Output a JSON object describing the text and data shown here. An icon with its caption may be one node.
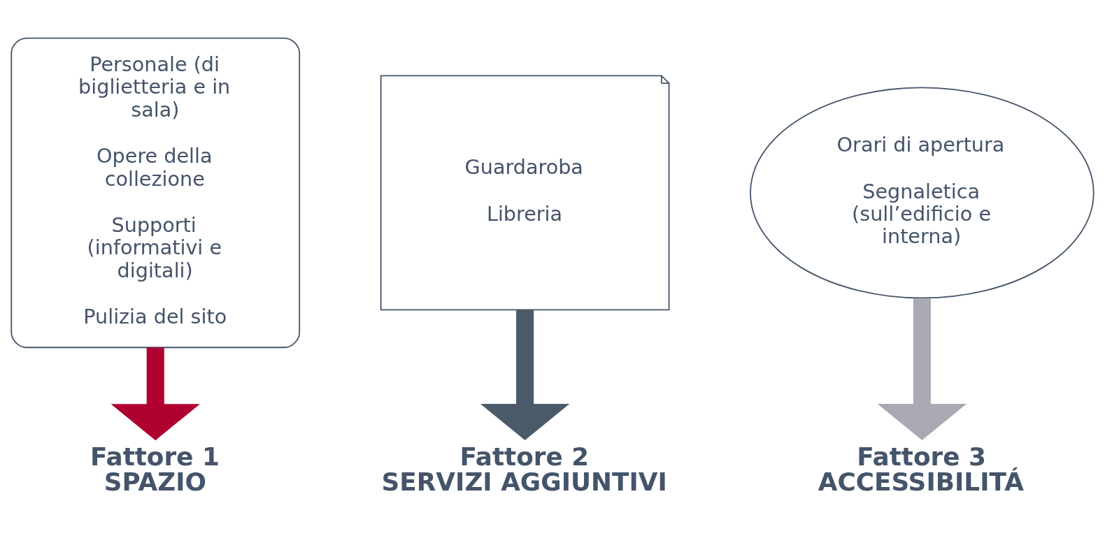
{
  "diagram": {
    "nodes": [
      {
        "text": [
          "Personale (di biglietteria e in sala)",
          "Opere della collezione",
          "Supporti (informativi e digitali)",
          "Pulizia del sito"
        ]
      },
      {
        "text": [
          "Fattore 1",
          "SPAZIO"
        ]
      },
      {
        "text": [
          "Guardaroba",
          "Libreria"
        ]
      },
      {
        "text": [
          "Fattore 2",
          "SERVIZI AGGIUNTIVI"
        ]
      },
      {
        "text": [
          "Orari di apertura",
          "Segnaletica (sull’edificio e interna)"
        ]
      },
      {
        "text": [
          "Fattore 3",
          "ACCESSIBILITÁ"
        ]
      }
    ],
    "edges": [
      {
        "from": 0,
        "to": 1,
        "arrow": "to",
        "color": "#b00030"
      },
      {
        "from": 2,
        "to": 3,
        "arrow": "to",
        "color": "#4a5a68"
      },
      {
        "from": 4,
        "to": 5,
        "arrow": "to",
        "color": "#a9a9b3"
      }
    ]
  }
}
